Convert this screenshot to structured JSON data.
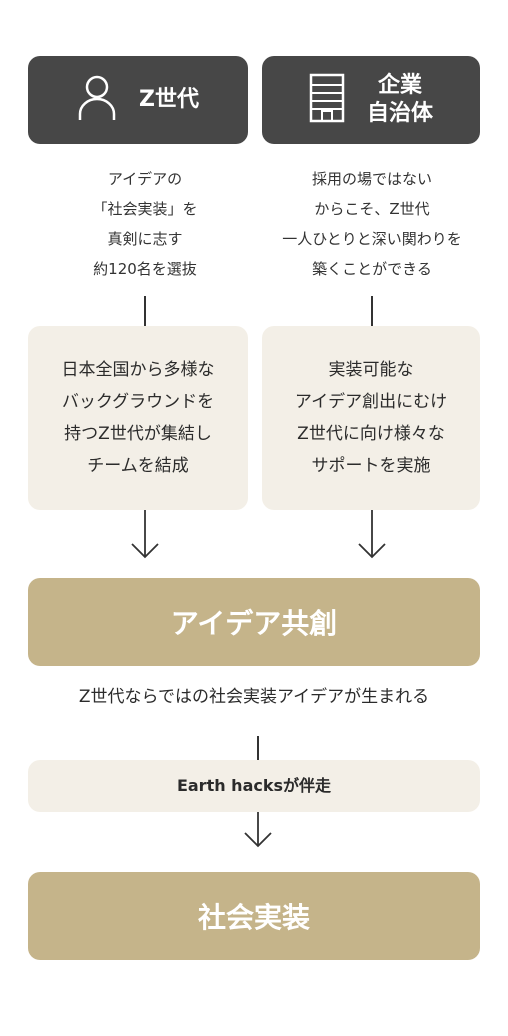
{
  "left_column": {
    "header": {
      "icon": "person-icon",
      "label": "Z世代"
    },
    "description": [
      "アイデアの",
      "「社会実装」を",
      "真剣に志す",
      "約120名を選抜"
    ],
    "box": [
      "日本全国から多様な",
      "バックグラウンドを",
      "持つZ世代が集結し",
      "チームを結成"
    ]
  },
  "right_column": {
    "header": {
      "icon": "building-icon",
      "label_lines": [
        "企業",
        "自治体"
      ]
    },
    "description": [
      "採用の場ではない",
      "からこそ、Z世代",
      "一人ひとりと深い関わりを",
      "築くことができる"
    ],
    "box": [
      "実装可能な",
      "アイデア創出にむけ",
      "Z世代に向け様々な",
      "サポートを実施"
    ]
  },
  "cocreation": {
    "label": "アイデア共創",
    "caption": "Z世代ならではの社会実装アイデアが生まれる"
  },
  "support": {
    "label": "Earth hacksが伴走"
  },
  "result": {
    "label": "社会実装"
  },
  "colors": {
    "dark": "#474747",
    "beige": "#f3efe7",
    "gold": "#c5b48a"
  }
}
